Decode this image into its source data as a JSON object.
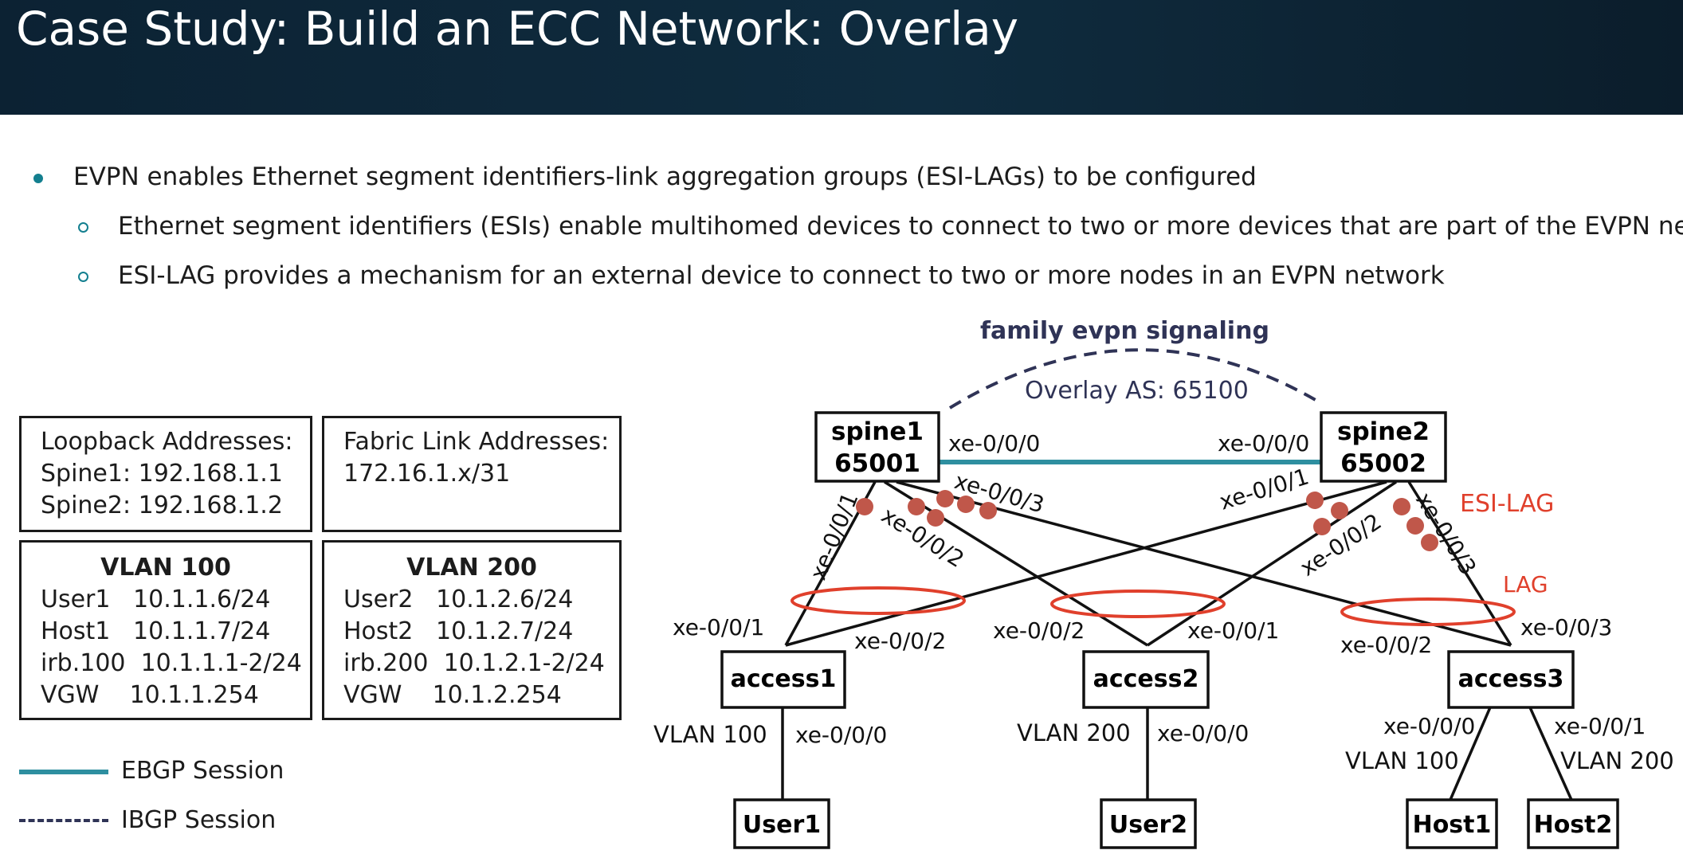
{
  "header": {
    "title": "Case Study: Build an ECC Network: Overlay"
  },
  "bullets": {
    "main": "EVPN enables Ethernet segment identifiers-link aggregation groups (ESI-LAGs) to be configured",
    "sub": [
      "Ethernet segment identifiers (ESIs) enable multihomed devices to connect to two or more devices that are part of the EVPN network",
      "ESI-LAG provides a mechanism for an external device to connect to two or more nodes in an EVPN network"
    ]
  },
  "info_boxes": {
    "loopback": [
      "Loopback Addresses:",
      "Spine1: 192.168.1.1",
      "Spine2: 192.168.1.2"
    ],
    "fabric": [
      "Fabric Link Addresses:",
      "172.16.1.x/31"
    ],
    "vlan100": {
      "title": "VLAN 100",
      "lines": [
        "User1   10.1.1.6/24",
        "Host1   10.1.1.7/24",
        "irb.100  10.1.1.1-2/24",
        "VGW    10.1.1.254"
      ]
    },
    "vlan200": {
      "title": "VLAN 200",
      "lines": [
        "User2   10.1.2.6/24",
        "Host2   10.1.2.7/24",
        "irb.200  10.1.2.1-2/24",
        "VGW    10.1.2.254"
      ]
    }
  },
  "legend": {
    "ebgp": "EBGP Session",
    "ibgp": "IBGP Session"
  },
  "diagram": {
    "signaling_label": "family evpn signaling",
    "overlay_label": "Overlay AS: 65100",
    "esi_lag_label": "ESI-LAG",
    "lag_label": "LAG",
    "nodes": {
      "spine1": {
        "name": "spine1",
        "asn": "65001"
      },
      "spine2": {
        "name": "spine2",
        "asn": "65002"
      },
      "access1": "access1",
      "access2": "access2",
      "access3": "access3",
      "user1": "User1",
      "user2": "User2",
      "host1": "Host1",
      "host2": "Host2"
    },
    "ports": {
      "spine1_east": "xe-0/0/0",
      "spine2_west": "xe-0/0/0",
      "spine1_p1": "xe-0/0/1",
      "spine1_p2": "xe-0/0/2",
      "spine1_p3": "xe-0/0/3",
      "spine2_p1": "xe-0/0/1",
      "spine2_p2": "xe-0/0/2",
      "spine2_p3": "xe-0/0/3",
      "access1_up1": "xe-0/0/1",
      "access1_up2": "xe-0/0/2",
      "access2_up2": "xe-0/0/2",
      "access2_up1": "xe-0/0/1",
      "access3_up2": "xe-0/0/2",
      "access3_up3": "xe-0/0/3",
      "access1_down": "xe-0/0/0",
      "access2_down": "xe-0/0/0",
      "access3_down0": "xe-0/0/0",
      "access3_down1": "xe-0/0/1"
    },
    "vlan_tags": {
      "access1": "VLAN 100",
      "access2": "VLAN 200",
      "host1": "VLAN 100",
      "host2": "VLAN 200"
    }
  },
  "colors": {
    "header_bg": "#0f2c3f",
    "accent": "#137f8f",
    "ebgp": "#2e8fa0",
    "ibgp": "#2f3356",
    "esi_dot": "#c0574a",
    "lag_ring": "#e0402c"
  }
}
